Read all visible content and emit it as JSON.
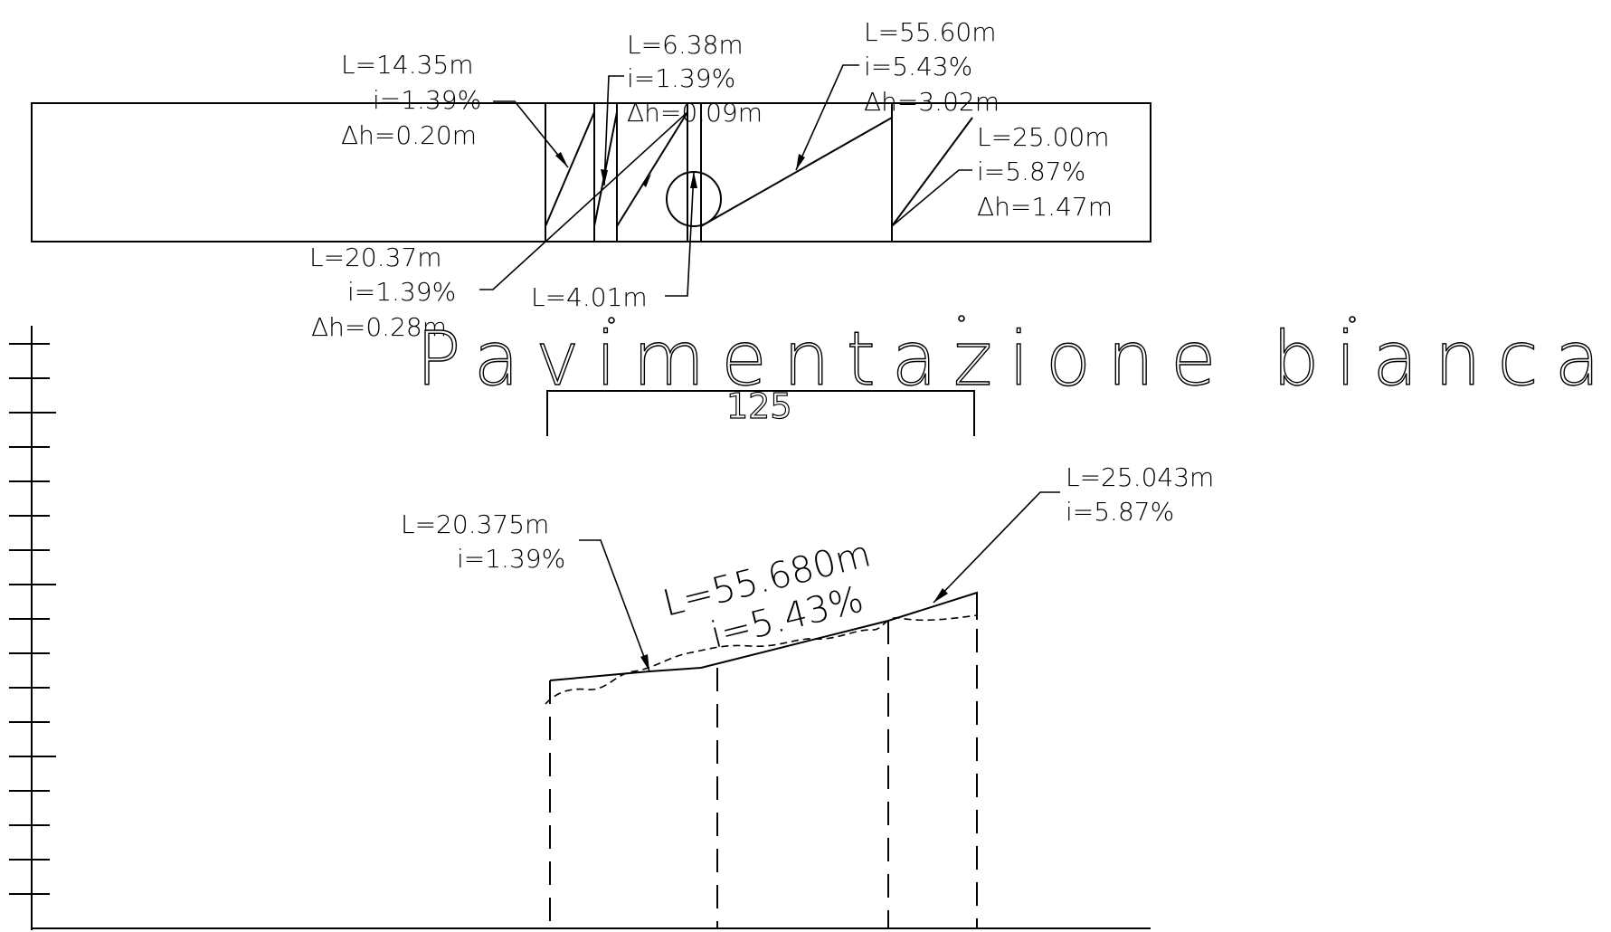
{
  "title": "Pavimentazione bianca",
  "dimension": "125",
  "plan": {
    "seg1": {
      "length": "L=14.35m",
      "slope": "i=1.39%",
      "delta": "Δh=0.20m"
    },
    "seg2": {
      "length": "L=6.38m",
      "slope": "i=1.39%",
      "delta": "Δh=0.09m"
    },
    "seg3": {
      "length": "L=55.60m",
      "slope": "i=5.43%",
      "delta": "Δh=3.02m"
    },
    "seg4": {
      "length": "L=25.00m",
      "slope": "i=5.87%",
      "delta": "Δh=1.47m"
    },
    "seg5": {
      "length": "L=20.37m",
      "slope": "i=1.39%",
      "delta": "Δh=0.28m"
    },
    "seg6": {
      "length": "L=4.01m"
    }
  },
  "profile": {
    "seg_a": {
      "length": "L=20.375m",
      "slope": "i=1.39%"
    },
    "seg_b": {
      "length": "L=55.680m",
      "slope": "i=5.43%"
    },
    "seg_c": {
      "length": "L=25.043m",
      "slope": "i=5.87%"
    }
  }
}
